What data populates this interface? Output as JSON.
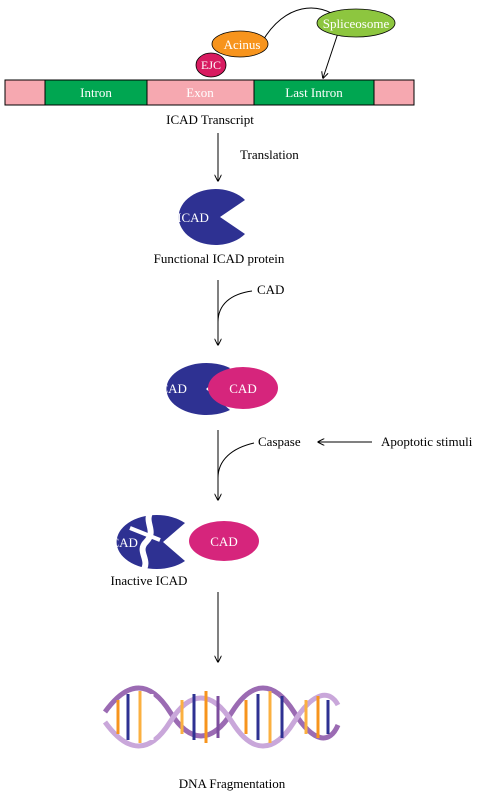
{
  "transcript": {
    "segments": [
      "Intron",
      "Exon",
      "Last Intron"
    ],
    "label": "ICAD Transcript",
    "colors": {
      "exon": "#f6a8b0",
      "intron": "#00a651"
    }
  },
  "complex": {
    "ejc": "EJC",
    "acinus": "Acinus",
    "spliceosome": "Spliceosome",
    "colors": {
      "ejc": "#d81b60",
      "acinus": "#f7941d",
      "spliceosome": "#8dc63f"
    }
  },
  "steps": {
    "translation": "Translation",
    "icad": "ICAD",
    "functional_icad": "Functional ICAD protein",
    "cad_input": "CAD",
    "cad": "CAD",
    "caspase": "Caspase",
    "apoptotic_stimuli": "Apoptotic stimuli",
    "inactive_icad": "Inactive ICAD",
    "dna_fragmentation": "DNA Fragmentation"
  },
  "colors": {
    "icad": "#2e3192",
    "cad": "#d6257c"
  }
}
